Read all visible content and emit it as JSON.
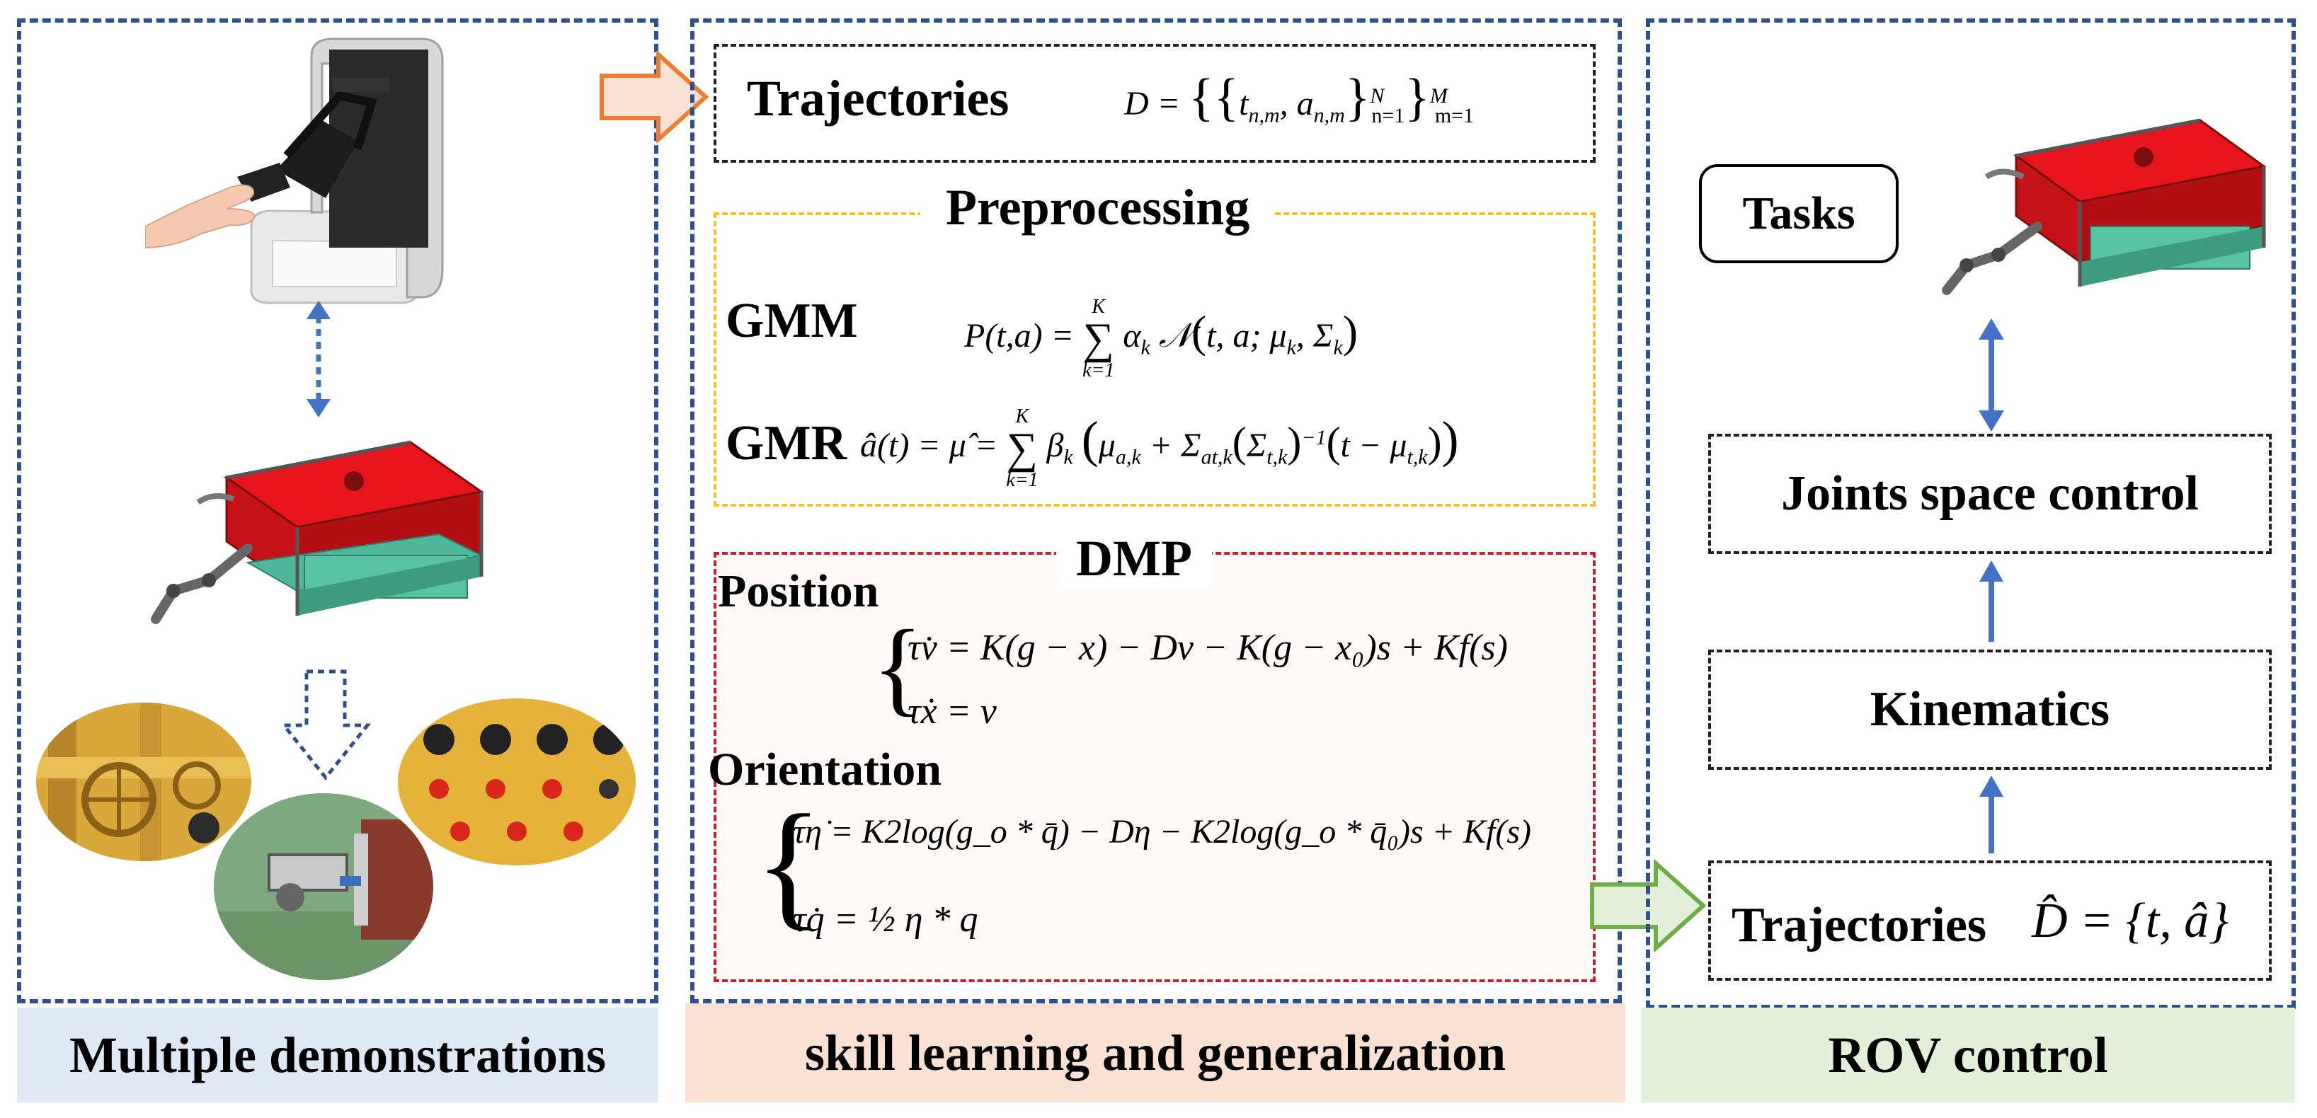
{
  "left": {
    "label": "Multiple demonstrations",
    "label_bg": "#dfe8f5"
  },
  "middle": {
    "label": "skill learning and generalization",
    "label_bg": "#fbe1d3",
    "trajectories": {
      "title": "Trajectories",
      "equation": "D = {{t_{n,m}, a_{n,m}}_{n=1}^{N}}_{m=1}^{M}"
    },
    "preprocessing": {
      "title": "Preprocessing",
      "gmm_label": "GMM",
      "gmm_equation": "P(t,a) = Σ_{k=1}^{K} α_k 𝒩(t,a; μ_k, Σ_k)",
      "gmr_label": "GMR",
      "gmr_equation": "â(t) = μ̂ = Σ_{k=1}^{K} β_k (μ_{a,k} + Σ_{at,k}(Σ_{t,k})^{-1}(t − μ_{t,k}))"
    },
    "dmp": {
      "title": "DMP",
      "position_label": "Position",
      "position_eq1": "τv̇ = K(g − x) − Dv − K(g − x₀)s + Kf(s)",
      "position_eq2": "τẋ = v",
      "orientation_label": "Orientation",
      "orientation_eq1": "τη̇ = K2log(g_o * q̄) − Dη − K2log(g_o * q̄₀)s + Kf(s)",
      "orientation_eq2": "τq̇ = ½ η * q"
    }
  },
  "right": {
    "label": "ROV control",
    "label_bg": "#e2efd9",
    "tasks": "Tasks",
    "joints": "Joints space control",
    "kinematics": "Kinematics",
    "trajectories": "Trajectories",
    "trajectories_eq": "D̂ = {t, â}"
  },
  "colors": {
    "panel_border": "#2f4f8f",
    "arrow_blue": "#4472c4",
    "arrow_orange_fill": "#fbe1d3",
    "arrow_orange_stroke": "#ed7d31",
    "arrow_green_fill": "#e2efd9",
    "arrow_green_stroke": "#70ad47",
    "rov_red": "#e8141b",
    "rov_teal": "#4fb89a"
  }
}
